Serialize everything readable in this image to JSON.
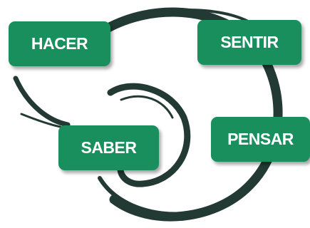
{
  "colors": {
    "box_fill": "#1a8f5e",
    "swirl": "#223a33",
    "text": "#ffffff",
    "background": "#ffffff"
  },
  "nodes": [
    {
      "id": "hacer",
      "label": "HACER"
    },
    {
      "id": "sentir",
      "label": "SENTIR"
    },
    {
      "id": "saber",
      "label": "SABER"
    },
    {
      "id": "pensar",
      "label": "PENSAR"
    }
  ]
}
